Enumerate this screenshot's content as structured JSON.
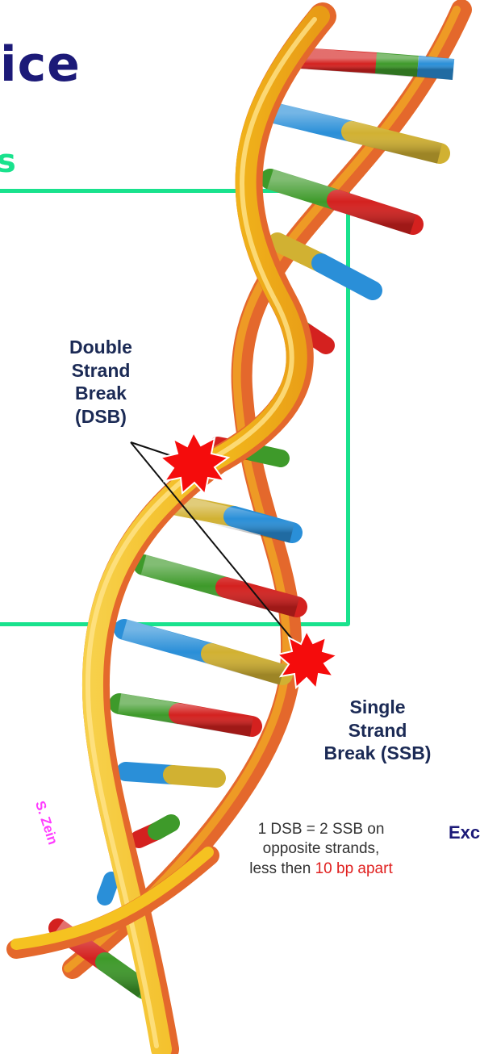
{
  "title_fragment": "ice",
  "subtitle_fragment": "s",
  "labels": {
    "dsb": [
      "Double",
      "Strand",
      "Break",
      "(DSB)"
    ],
    "ssb": [
      "Single",
      "Strand",
      "Break (SSB)"
    ]
  },
  "definition": {
    "line1": "1 DSB = 2 SSB on",
    "line2": "opposite strands,",
    "line3_prefix": "less then ",
    "line3_highlight": "10 bp apart"
  },
  "right_fragment": "Exc",
  "signature": "S. Zein",
  "colors": {
    "title": "#1c1a78",
    "accent_green": "#19e28d",
    "strand_front": "#f5c221",
    "strand_back": "#e4682c",
    "base_red": "#d4211f",
    "base_green": "#3e9a2a",
    "base_blue": "#2a8fd8",
    "base_yellow": "#d1b132",
    "break_burst": "#f50c0c",
    "highlight_red": "#e0201f",
    "signature": "#ff3cff"
  },
  "icons": [
    "dna-double-helix",
    "burst-break-icon"
  ]
}
